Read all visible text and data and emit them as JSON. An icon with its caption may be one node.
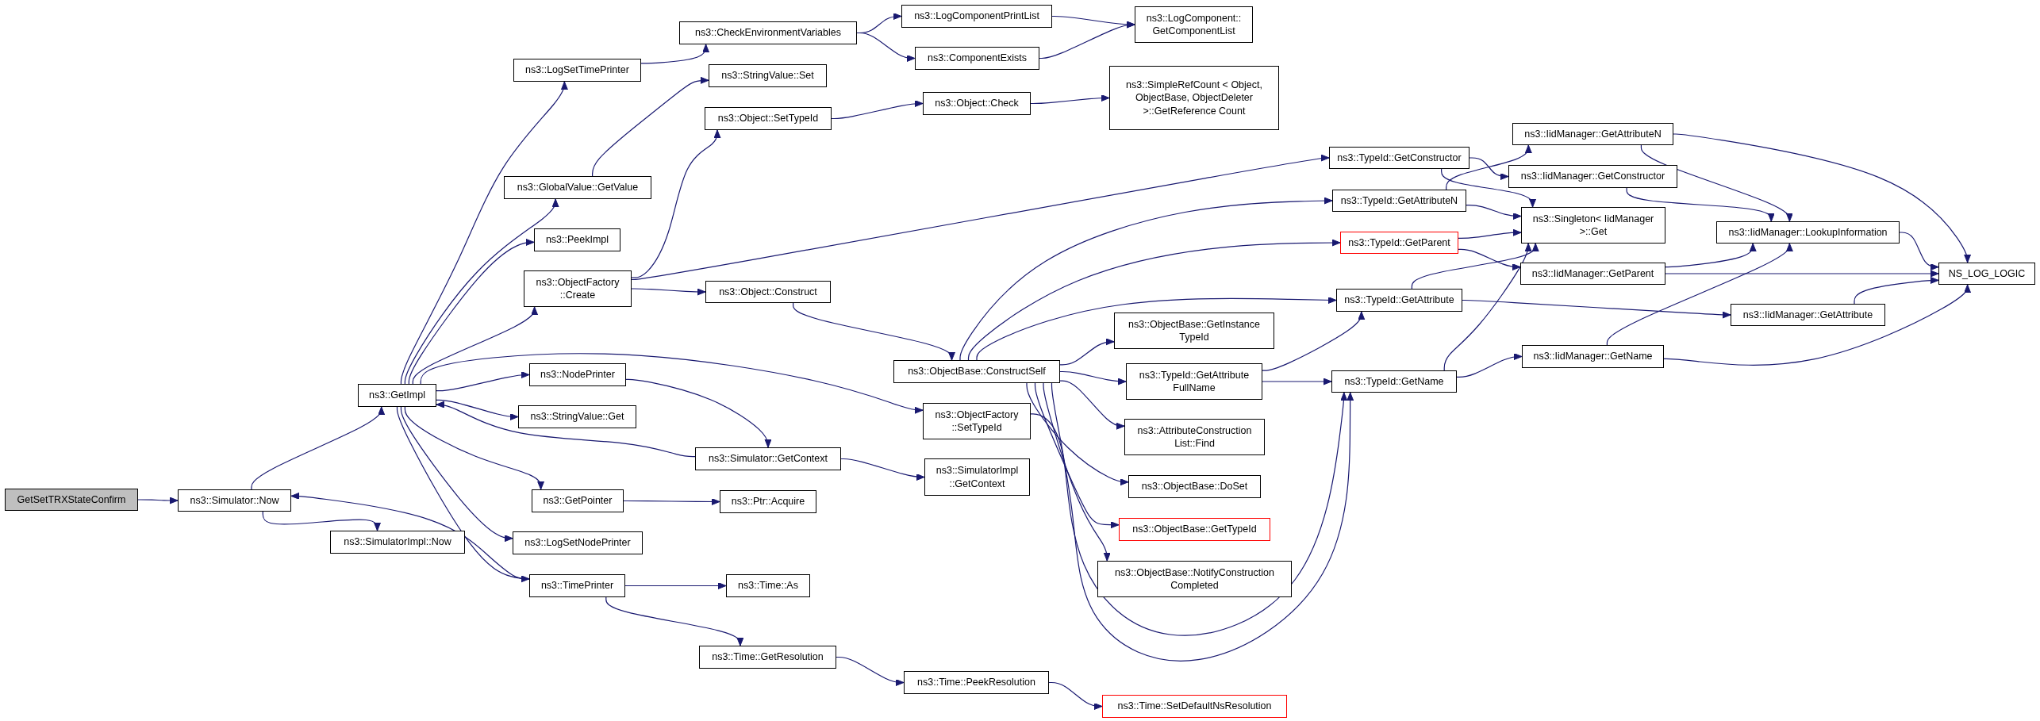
{
  "diagram": {
    "nodes": [
      {
        "text": [
          "GetSetTRXStateConfirm"
        ]
      },
      {
        "text": [
          "ns3::Simulator::Now"
        ]
      },
      {
        "text": [
          "ns3::GetImpl"
        ]
      },
      {
        "text": [
          "ns3::SimulatorImpl::Now"
        ]
      },
      {
        "text": [
          "ns3::LogSetTimePrinter"
        ]
      },
      {
        "text": [
          "ns3::GlobalValue::GetValue"
        ]
      },
      {
        "text": [
          "ns3::PeekImpl"
        ]
      },
      {
        "text": [
          "ns3::ObjectFactory ::Create"
        ]
      },
      {
        "text": [
          "ns3::NodePrinter"
        ]
      },
      {
        "text": [
          "ns3::StringValue::Get"
        ]
      },
      {
        "text": [
          "ns3::GetPointer"
        ]
      },
      {
        "text": [
          "ns3::LogSetNodePrinter"
        ]
      },
      {
        "text": [
          "ns3::TimePrinter"
        ]
      },
      {
        "text": [
          "ns3::CheckEnvironmentVariables"
        ]
      },
      {
        "text": [
          "ns3::StringValue::Set"
        ]
      },
      {
        "text": [
          "ns3::Object::SetTypeId"
        ]
      },
      {
        "text": [
          "ns3::Object::Construct"
        ]
      },
      {
        "text": [
          "ns3::Simulator::GetContext"
        ]
      },
      {
        "text": [
          "ns3::Ptr::Acquire"
        ]
      },
      {
        "text": [
          "ns3::Time::As"
        ]
      },
      {
        "text": [
          "ns3::Time::GetResolution"
        ]
      },
      {
        "text": [
          "ns3::LogComponentPrintList"
        ]
      },
      {
        "text": [
          "ns3::ComponentExists"
        ]
      },
      {
        "text": [
          "ns3::Object::Check"
        ]
      },
      {
        "text": [
          "ns3::ObjectBase::ConstructSelf"
        ]
      },
      {
        "text": [
          "ns3::ObjectFactory ::SetTypeId"
        ]
      },
      {
        "text": [
          "ns3::SimulatorImpl ::GetContext"
        ]
      },
      {
        "text": [
          "ns3::Time::PeekResolution"
        ]
      },
      {
        "text": [
          "ns3::LogComponent:: GetComponentList"
        ]
      },
      {
        "text": [
          "ns3::SimpleRefCount < Object, ObjectBase, ObjectDeleter >::GetReference Count"
        ]
      },
      {
        "text": [
          "ns3::ObjectBase::GetInstance TypeId"
        ]
      },
      {
        "text": [
          "ns3::TypeId::GetAttribute FullName"
        ]
      },
      {
        "text": [
          "ns3::AttributeConstruction List::Find"
        ]
      },
      {
        "text": [
          "ns3::ObjectBase::DoSet"
        ]
      },
      {
        "text": [
          "ns3::ObjectBase::GetTypeId"
        ]
      },
      {
        "text": [
          "ns3::ObjectBase::NotifyConstruction Completed"
        ]
      },
      {
        "text": [
          "ns3::Time::SetDefaultNsResolution"
        ]
      },
      {
        "text": [
          "ns3::TypeId::GetConstructor"
        ]
      },
      {
        "text": [
          "ns3::TypeId::GetAttributeN"
        ]
      },
      {
        "text": [
          "ns3::TypeId::GetParent"
        ]
      },
      {
        "text": [
          "ns3::TypeId::GetAttribute"
        ]
      },
      {
        "text": [
          "ns3::TypeId::GetName"
        ]
      },
      {
        "text": [
          "ns3::Singleton< IidManager >::Get"
        ]
      },
      {
        "text": [
          "ns3::IidManager::GetAttributeN"
        ]
      },
      {
        "text": [
          "ns3::IidManager::GetConstructor"
        ]
      },
      {
        "text": [
          "ns3::IidManager::GetParent"
        ]
      },
      {
        "text": [
          "ns3::IidManager::GetName"
        ]
      },
      {
        "text": [
          "ns3::IidManager::LookupInformation"
        ]
      },
      {
        "text": [
          "ns3::IidManager::GetAttribute"
        ]
      },
      {
        "text": [
          "NS_LOG_LOGIC"
        ]
      }
    ],
    "edges": [
      {
        "from": 0,
        "to": 1,
        "arrow": "to"
      },
      {
        "from": 1,
        "to": 2,
        "arrow": "to"
      },
      {
        "from": 1,
        "to": 3,
        "arrow": "to"
      },
      {
        "from": 2,
        "to": 4,
        "arrow": "to"
      },
      {
        "from": 2,
        "to": 5,
        "arrow": "to"
      },
      {
        "from": 2,
        "to": 6,
        "arrow": "to"
      },
      {
        "from": 2,
        "to": 7,
        "arrow": "to"
      },
      {
        "from": 2,
        "to": 8,
        "arrow": "to"
      },
      {
        "from": 2,
        "to": 9,
        "arrow": "to"
      },
      {
        "from": 2,
        "to": 10,
        "arrow": "to"
      },
      {
        "from": 2,
        "to": 11,
        "arrow": "to"
      },
      {
        "from": 2,
        "to": 12,
        "arrow": "to"
      },
      {
        "from": 12,
        "to": 1,
        "arrow": "to"
      },
      {
        "from": 17,
        "to": 2,
        "arrow": "to"
      },
      {
        "from": 8,
        "to": 17,
        "arrow": "to"
      },
      {
        "from": 7,
        "to": 15,
        "arrow": "to"
      },
      {
        "from": 7,
        "to": 37,
        "arrow": "to"
      },
      {
        "from": 7,
        "to": 16,
        "arrow": "to"
      },
      {
        "from": 4,
        "to": 13,
        "arrow": "to"
      },
      {
        "from": 5,
        "to": 14,
        "arrow": "to"
      },
      {
        "from": 13,
        "to": 21,
        "arrow": "to"
      },
      {
        "from": 13,
        "to": 22,
        "arrow": "to"
      },
      {
        "from": 21,
        "to": 28,
        "arrow": "to"
      },
      {
        "from": 22,
        "to": 28,
        "arrow": "to"
      },
      {
        "from": 15,
        "to": 23,
        "arrow": "to"
      },
      {
        "from": 23,
        "to": 29,
        "arrow": "to"
      },
      {
        "from": 16,
        "to": 24,
        "arrow": "to"
      },
      {
        "from": 2,
        "to": 25,
        "arrow": "to"
      },
      {
        "from": 17,
        "to": 26,
        "arrow": "to"
      },
      {
        "from": 10,
        "to": 18,
        "arrow": "to"
      },
      {
        "from": 12,
        "to": 19,
        "arrow": "to"
      },
      {
        "from": 12,
        "to": 20,
        "arrow": "to"
      },
      {
        "from": 20,
        "to": 27,
        "arrow": "to"
      },
      {
        "from": 27,
        "to": 36,
        "arrow": "to"
      },
      {
        "from": 24,
        "to": 38,
        "arrow": "to"
      },
      {
        "from": 24,
        "to": 39,
        "arrow": "to"
      },
      {
        "from": 24,
        "to": 40,
        "arrow": "to"
      },
      {
        "from": 24,
        "to": 30,
        "arrow": "to"
      },
      {
        "from": 24,
        "to": 31,
        "arrow": "to"
      },
      {
        "from": 24,
        "to": 32,
        "arrow": "to"
      },
      {
        "from": 24,
        "to": 33,
        "arrow": "to"
      },
      {
        "from": 24,
        "to": 34,
        "arrow": "to"
      },
      {
        "from": 24,
        "to": 35,
        "arrow": "to"
      },
      {
        "from": 24,
        "to": 41,
        "arrow": "to"
      },
      {
        "from": 25,
        "to": 41,
        "arrow": "to"
      },
      {
        "from": 31,
        "to": 40,
        "arrow": "to"
      },
      {
        "from": 31,
        "to": 41,
        "arrow": "to"
      },
      {
        "from": 37,
        "to": 44,
        "arrow": "to"
      },
      {
        "from": 37,
        "to": 42,
        "arrow": "to"
      },
      {
        "from": 38,
        "to": 43,
        "arrow": "to"
      },
      {
        "from": 38,
        "to": 42,
        "arrow": "to"
      },
      {
        "from": 39,
        "to": 42,
        "arrow": "to"
      },
      {
        "from": 39,
        "to": 45,
        "arrow": "to"
      },
      {
        "from": 40,
        "to": 42,
        "arrow": "to"
      },
      {
        "from": 40,
        "to": 48,
        "arrow": "to"
      },
      {
        "from": 41,
        "to": 42,
        "arrow": "to"
      },
      {
        "from": 41,
        "to": 46,
        "arrow": "to"
      },
      {
        "from": 43,
        "to": 47,
        "arrow": "to"
      },
      {
        "from": 43,
        "to": 49,
        "arrow": "to"
      },
      {
        "from": 44,
        "to": 47,
        "arrow": "to"
      },
      {
        "from": 45,
        "to": 47,
        "arrow": "to"
      },
      {
        "from": 45,
        "to": 49,
        "arrow": "to"
      },
      {
        "from": 46,
        "to": 47,
        "arrow": "to"
      },
      {
        "from": 46,
        "to": 49,
        "arrow": "to"
      },
      {
        "from": 47,
        "to": 49,
        "arrow": "to"
      },
      {
        "from": 48,
        "to": 49,
        "arrow": "to"
      }
    ]
  }
}
